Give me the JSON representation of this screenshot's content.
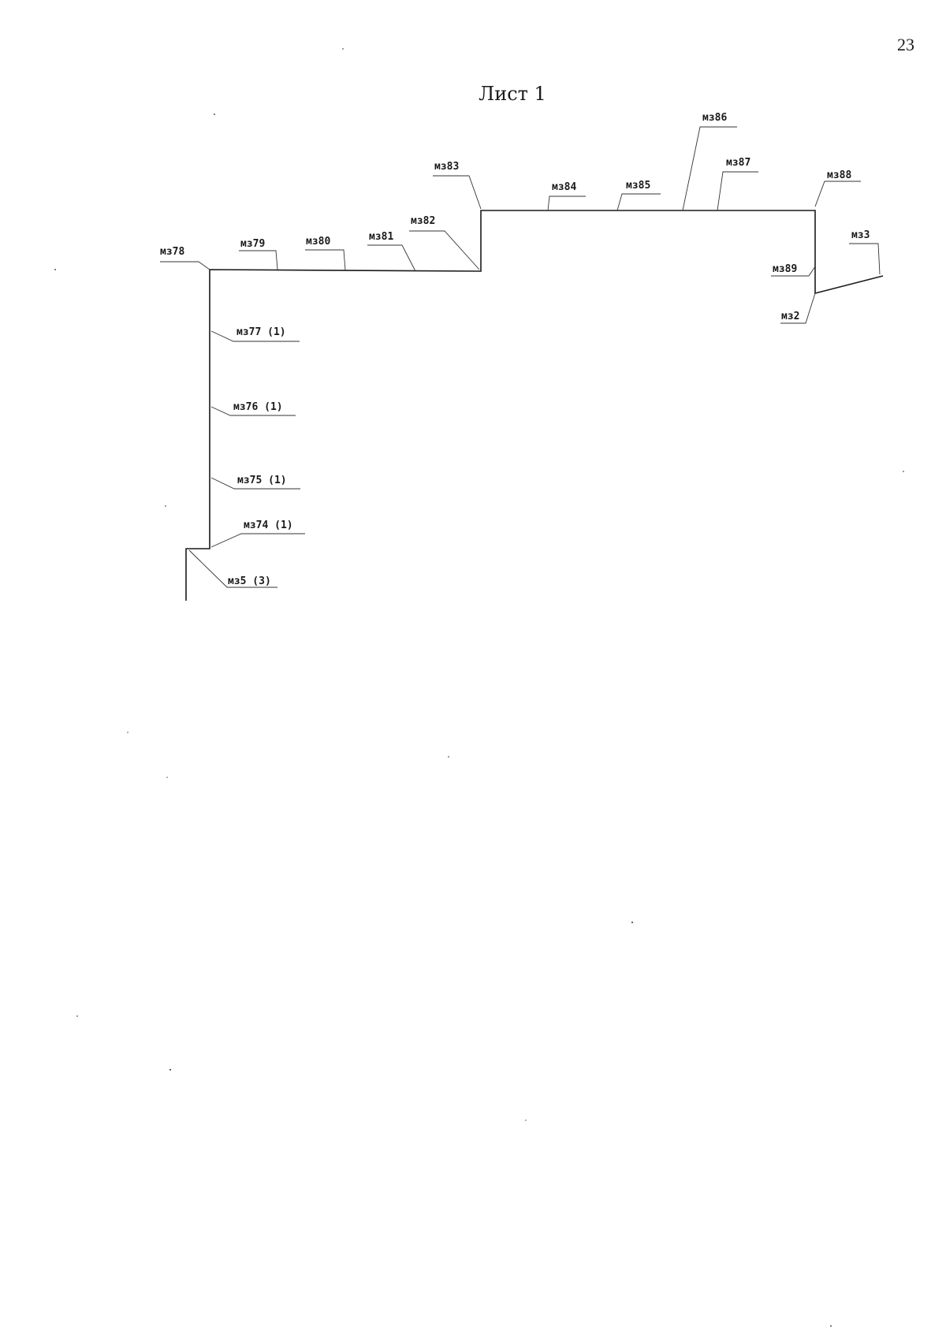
{
  "page": {
    "number": "23",
    "title": "Лист 1"
  },
  "plan": {
    "labels": {
      "mz2": "мз2",
      "mz3": "мз3",
      "mz5": "мз5 (3)",
      "mz74": "мз74 (1)",
      "mz75": "мз75 (1)",
      "mz76": "мз76 (1)",
      "mz77": "мз77 (1)",
      "mz78": "мз78",
      "mz79": "мз79",
      "mz80": "мз80",
      "mz81": "мз81",
      "mz82": "мз82",
      "mz83": "мз83",
      "mz84": "мз84",
      "mz85": "мз85",
      "mz86": "мз86",
      "mz87": "мз87",
      "mz88": "мз88",
      "mz89": "мз89"
    }
  }
}
